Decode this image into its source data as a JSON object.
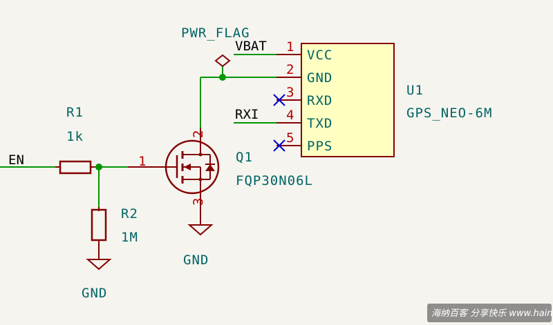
{
  "colors": {
    "wire": "#009600",
    "symbol": "#840000",
    "pin_number": "#b40000",
    "text": "#006464",
    "no_connect": "#0000c8",
    "background": "#f5f4ef"
  },
  "power_flag": {
    "label": "PWR_FLAG"
  },
  "nets": {
    "vbat": "VBAT",
    "rxi": "RXI",
    "en": "EN"
  },
  "gps": {
    "ref": "U1",
    "value": "GPS_NEO-6M",
    "pins": [
      {
        "number": "1",
        "name": "VCC"
      },
      {
        "number": "2",
        "name": "GND"
      },
      {
        "number": "3",
        "name": "RXD",
        "no_connect": true
      },
      {
        "number": "4",
        "name": "TXD"
      },
      {
        "number": "5",
        "name": "PPS",
        "no_connect": true
      }
    ]
  },
  "r1": {
    "ref": "R1",
    "value": "1k"
  },
  "r2": {
    "ref": "R2",
    "value": "1M"
  },
  "q1": {
    "ref": "Q1",
    "value": "FQP30N06L",
    "pins": {
      "gate": "1",
      "drain": "2",
      "source": "3"
    }
  },
  "gnd_q1": "GND",
  "gnd_r2": "GND",
  "watermark": "海纳百客 分享快乐  www.hainabaike.com"
}
